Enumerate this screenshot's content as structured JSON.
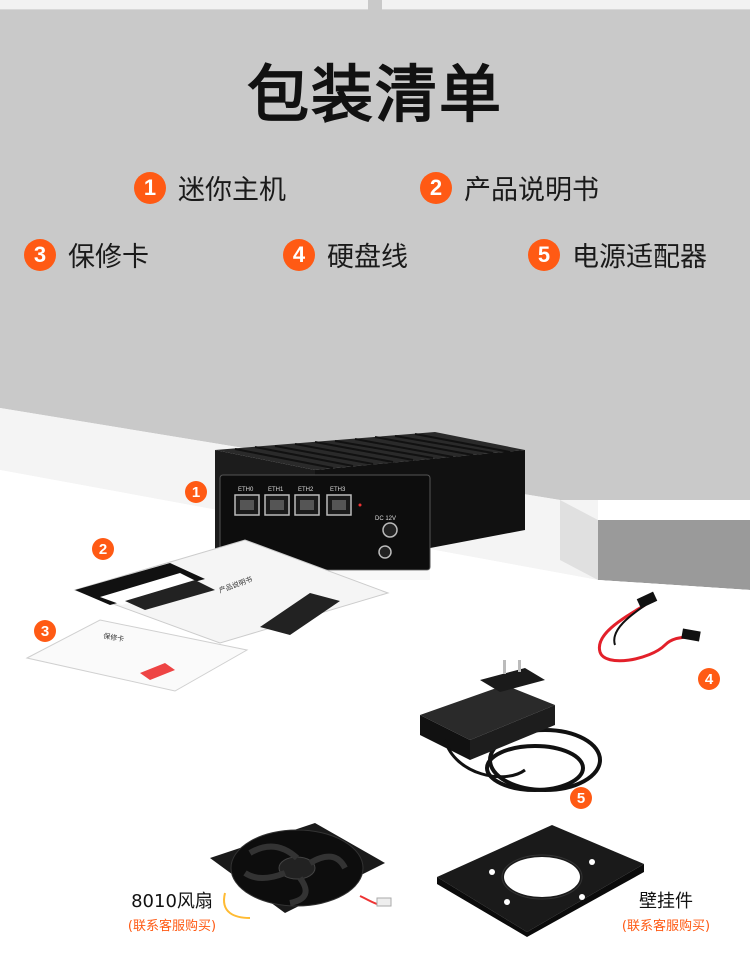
{
  "title": "包装清单",
  "legend": [
    {
      "num": "1",
      "label": "迷你主机"
    },
    {
      "num": "2",
      "label": "产品说明书"
    },
    {
      "num": "3",
      "label": "保修卡"
    },
    {
      "num": "4",
      "label": "硬盘线"
    },
    {
      "num": "5",
      "label": "电源适配器"
    }
  ],
  "callouts": [
    "1",
    "2",
    "3",
    "4",
    "5"
  ],
  "device": {
    "ports": [
      "ETH0",
      "ETH1",
      "ETH2",
      "ETH3"
    ],
    "dc_label": "DC 12V"
  },
  "manual_text": "产品说明书",
  "warranty_text": "保修卡",
  "fan": {
    "label": "8010风扇",
    "note": "(联系客服购买)"
  },
  "wall_mount": {
    "label": "壁挂件",
    "note": "(联系客服购买)"
  },
  "colors": {
    "accent": "#ff5a14",
    "background": "#c9c9c9",
    "surface": "#ffffff"
  }
}
